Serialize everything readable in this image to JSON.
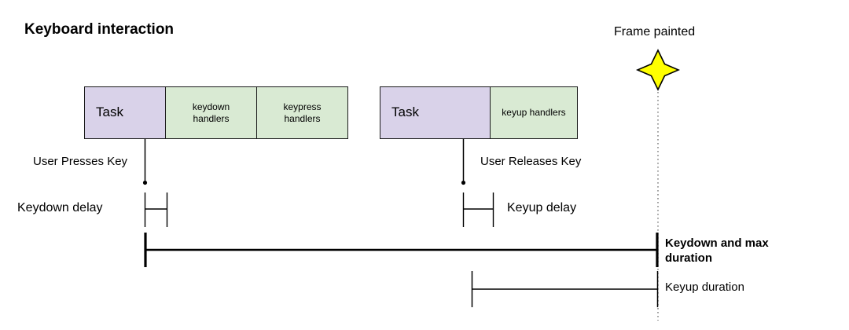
{
  "diagram": {
    "title": "Keyboard interaction",
    "background": "#ffffff",
    "colors": {
      "task_fill": "#d9d2e9",
      "handler_fill": "#d9ead3",
      "stroke": "#1a1a1a",
      "star_fill": "#ffff00",
      "star_stroke": "#000000",
      "dotted_guide": "#808080"
    }
  },
  "tracks": {
    "task_rows": [
      {
        "row_id": "row-1",
        "boxes": [
          {
            "label": "Task",
            "kind": "task"
          },
          {
            "label": "keydown\nhandlers",
            "line1": "keydown",
            "line2": "handlers",
            "kind": "handler"
          },
          {
            "label": "keypress\nhandlers",
            "line1": "keypress",
            "line2": "handlers",
            "kind": "handler"
          }
        ]
      },
      {
        "row_id": "row-2",
        "boxes": [
          {
            "label": "Task",
            "kind": "task"
          },
          {
            "label": "keyup handlers",
            "line1": "keyup handlers",
            "line2": "",
            "kind": "handler"
          }
        ]
      }
    ]
  },
  "events": {
    "frame_painted": "Frame painted",
    "user_presses_key": "User Presses Key",
    "user_releases_key": "User Releases Key"
  },
  "measures": [
    {
      "id": "keydown-delay",
      "label": "Keydown delay",
      "label_side": "left",
      "bold": false
    },
    {
      "id": "keyup-delay",
      "label": "Keyup delay",
      "label_side": "right",
      "bold": false
    },
    {
      "id": "keydown-max",
      "label": "Keydown and max duration",
      "label_side": "right",
      "bold": true,
      "line1": "Keydown and max",
      "line2": "duration"
    },
    {
      "id": "keyup-duration",
      "label": "Keyup duration",
      "label_side": "right",
      "bold": false
    }
  ],
  "icons": {
    "frame_painted": "four-point-star-icon"
  }
}
